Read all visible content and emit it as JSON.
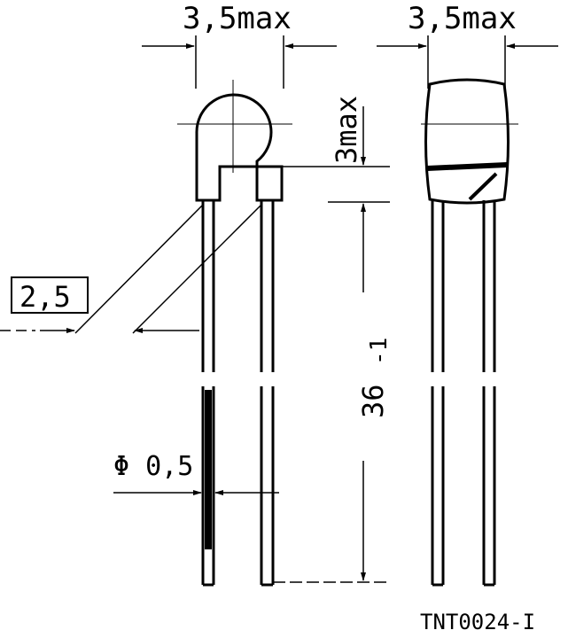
{
  "dimensions": {
    "front_width": "3,5max",
    "side_width": "3,5max",
    "body_height": "3max",
    "lead_spacing": "2,5",
    "lead_length": "36",
    "lead_length_tolerance": "-1",
    "lead_diameter": "Φ 0,5"
  },
  "drawing_id": "TNT0024-I"
}
